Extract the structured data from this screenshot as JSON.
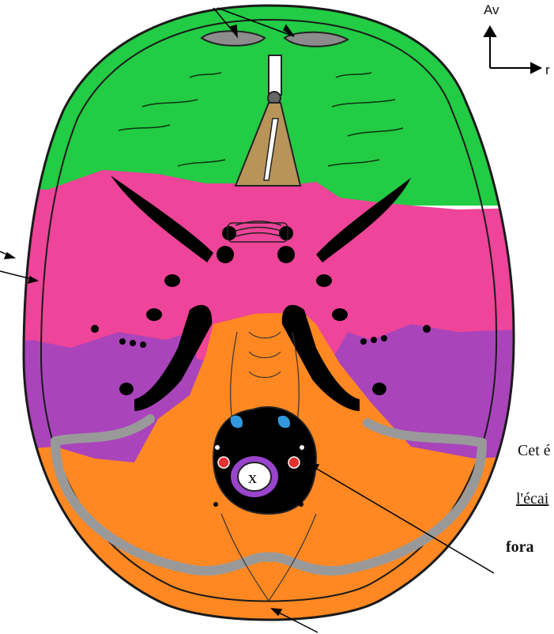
{
  "labels": {
    "compass_av": "Av",
    "compass_right": "r",
    "caption_line1": "Cet é",
    "caption_line2": "l'écai",
    "caption_line3": "fora"
  },
  "colors": {
    "frontal": "#22cc44",
    "sphenoid": "#ee4499",
    "temporal": "#aa44bb",
    "occipital": "#ff8822",
    "ethmoid": "#b8945a",
    "foramen": "#000000",
    "sinus": "#a9a9a9",
    "outline": "#1a1a1a"
  }
}
